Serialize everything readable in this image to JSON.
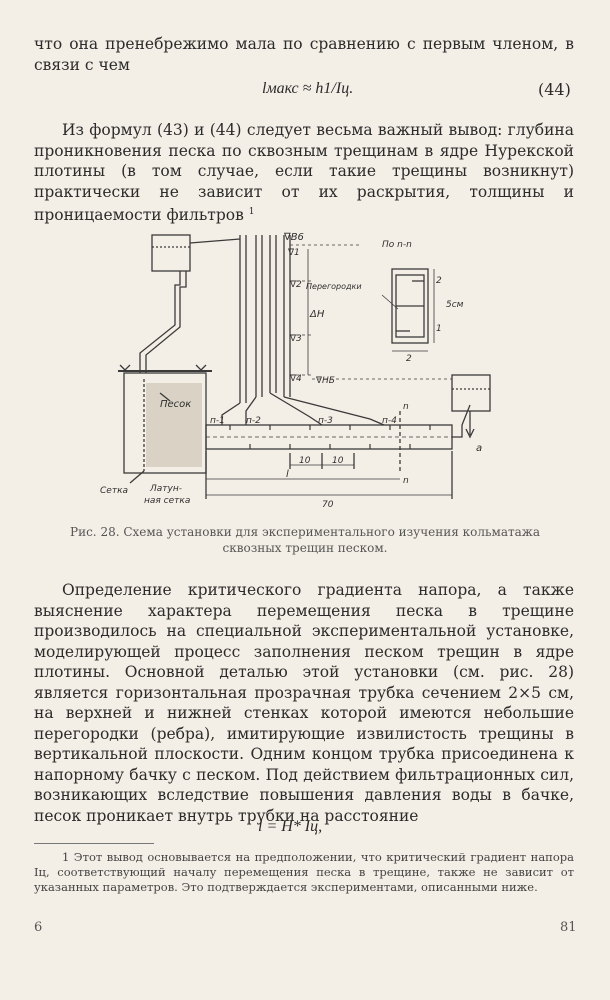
{
  "para_top": "что она пренебрежимо мала по сравнению с первым членом, в связи с чем",
  "eq44": {
    "text": "lмакс ≈ h1/Iц.",
    "num": "(44)"
  },
  "para_conclusion": "Из формул (43) и (44) следует весьма важный вывод: глубина проникновения песка по сквозным трещинам в ядре Нурекской плотины (в том случае, если такие трещины возникнут) практически не зависит от их раскрытия, толщины и проницаемости фильтров",
  "footnote_ref": "1",
  "figure": {
    "labels": {
      "vb": "∇В6",
      "v1": "∇1",
      "v2": "∇2",
      "v3": "∇3",
      "v4": "∇4",
      "nb": "∇НБ",
      "dh": "ΔH",
      "pesok": "Песок",
      "setka": "Сетка",
      "latun": "Латун-",
      "latun2": "ная сетка",
      "p1": "п-1",
      "p2": "п-2",
      "p3": "п-3",
      "p4": "п-4",
      "n_top": "n",
      "n_bot": "n",
      "d10a": "10",
      "d10b": "10",
      "l": "l",
      "d70": "70",
      "a": "a",
      "section_title": "По n-n",
      "peregorodki": "Перегородки",
      "s2": "2",
      "s5cm": "5см",
      "s1": "1",
      "s2b": "2"
    },
    "caption": "Рис. 28. Схема установки для экспериментального изучения кольматажа сквозных трещин песком."
  },
  "para_method": "Определение критического градиента напора, а также выяснение характера перемещения песка в трещине производилось на специальной экспериментальной установке, моделирующей процесс заполнения песком трещин в ядре плотины. Основной деталью этой установки (см. рис. 28) является горизонтальная прозрачная трубка сечением 2×5 см, на верхней и нижней стенках которой имеются небольшие перегородки (ребра), имитирующие извилистость трещины в вертикальной плоскости. Одним концом трубка присоединена к напорному бачку с песком. Под действием фильтрационных сил, возникающих вследствие повышения давления воды в бачке, песок проникает внутрь трубки на расстояние",
  "formula_l": "l = H* Iц,",
  "footnote": "1 Этот вывод основывается на предположении, что критический градиент напора Iц, соответствующий началу перемещения песка в трещине, также не зависит от указанных параметров. Это подтверждается экспериментами, описанными ниже.",
  "folio_left": "6",
  "folio_right": "81"
}
